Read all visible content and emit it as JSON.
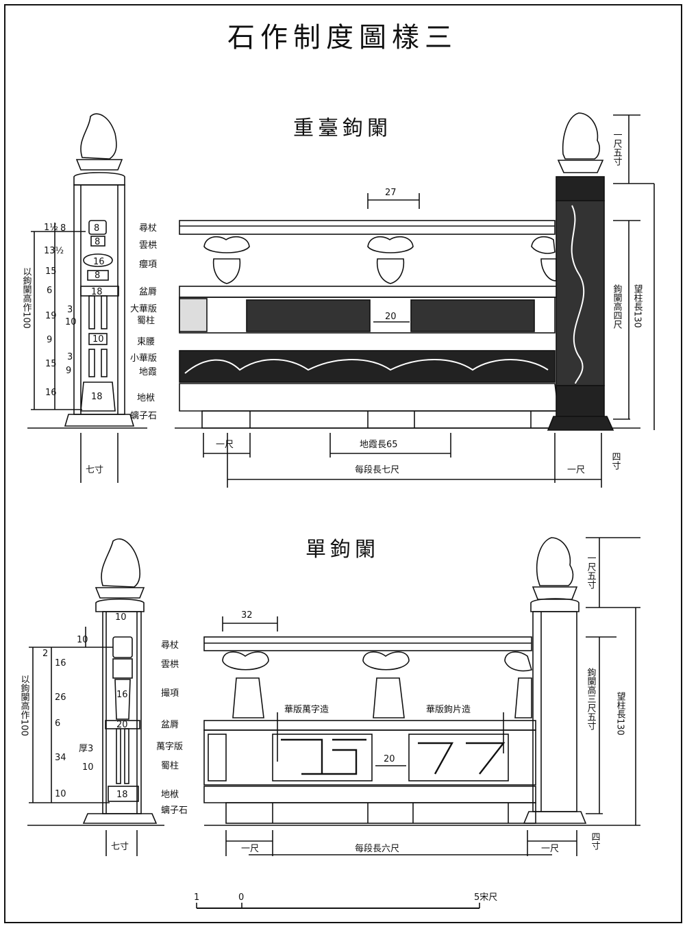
{
  "title": "石作制度圖樣三",
  "section1": {
    "title": "重臺鉤闌",
    "side_labels": [
      "尋杖",
      "雲栱",
      "癭項",
      "盆脣",
      "大華版",
      "蜀柱",
      "束腰",
      "小華版",
      "地霞",
      "地栿",
      "螭子石"
    ],
    "side_dims": [
      "8",
      "1½",
      "13½",
      "15",
      "6",
      "3",
      "19",
      "10",
      "9",
      "15",
      "3",
      "9",
      "16"
    ],
    "section_marks": [
      "8",
      "8",
      "16",
      "8",
      "18",
      "10",
      "18"
    ],
    "overall_height": "以鉤闌高作100",
    "width_label": "七寸",
    "dim_27": "27",
    "dim_20": "20",
    "dihsia_length": "地霞長65",
    "bay_length": "每段長七尺",
    "one_chi_left": "一尺",
    "one_chi_right": "一尺",
    "post_top": "一尺五寸",
    "railing_height": "鉤闌高四尺",
    "post_length": "望柱長130",
    "four_cun": "四寸"
  },
  "section2": {
    "title": "單鉤闌",
    "side_labels": [
      "尋杖",
      "雲栱",
      "撮項",
      "盆脣",
      "萬字版",
      "蜀柱",
      "地栿",
      "螭子石"
    ],
    "side_dims": [
      "2",
      "16",
      "26",
      "6",
      "34",
      "10"
    ],
    "side_dim_top": "10",
    "section_marks": [
      "10",
      "16",
      "20",
      "18"
    ],
    "thick_label": "厚3",
    "post_dim": "10",
    "overall_height": "以鉤闌高作100",
    "width_label": "七寸",
    "dim_32": "32",
    "dim_20": "20",
    "panel_left": "華版萬字造",
    "panel_right": "華版鉤片造",
    "bay_length": "每段長六尺",
    "one_chi_left": "一尺",
    "one_chi_right": "一尺",
    "post_top": "一尺五寸",
    "railing_height": "鉤闌高三尺五寸",
    "post_length": "望柱長130",
    "four_cun": "四寸"
  },
  "scale_bar": {
    "label_1": "1",
    "label_0": "0",
    "label_5": "5宋尺"
  }
}
